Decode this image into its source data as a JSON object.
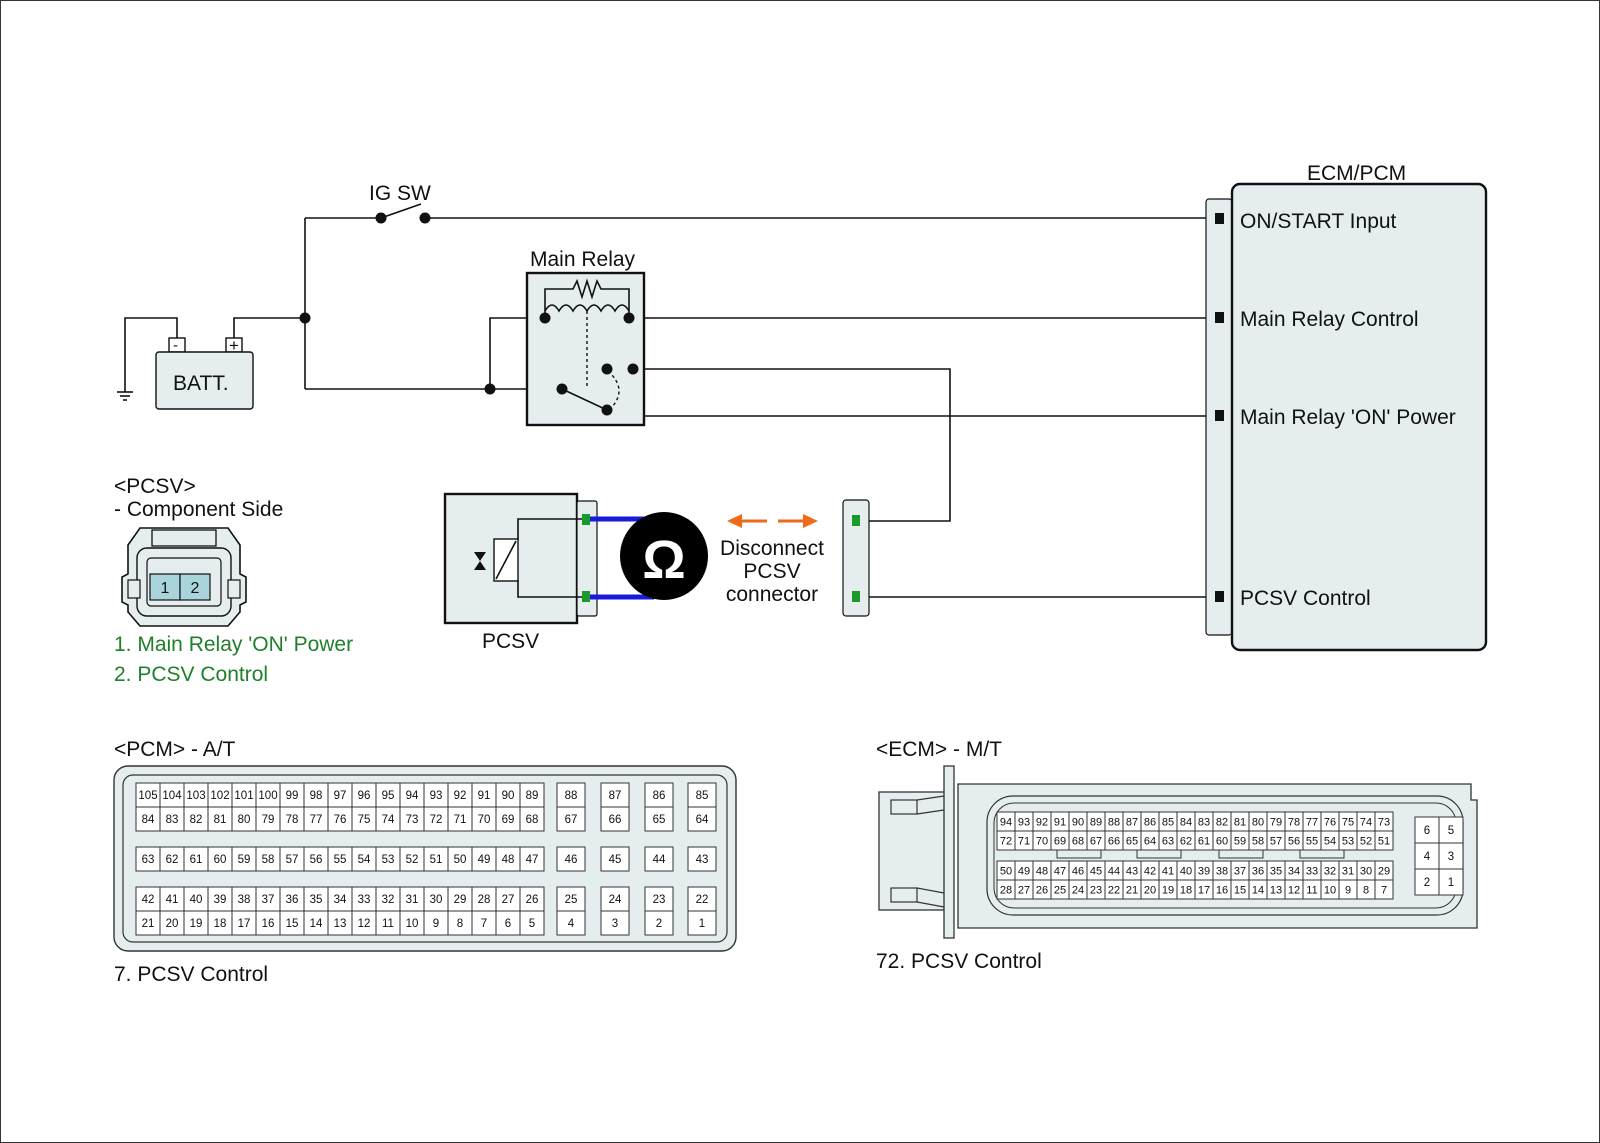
{
  "ig_switch_label": "IG SW",
  "battery": {
    "label": "BATT.",
    "minus": "-",
    "plus": "+"
  },
  "main_relay_label": "Main Relay",
  "ecm": {
    "title": "ECM/PCM",
    "pins": [
      "ON/START Input",
      "Main Relay Control",
      "Main Relay 'ON' Power",
      "PCSV Control"
    ]
  },
  "pcsv": {
    "header_line1": "<PCSV>",
    "header_line2": "- Component Side",
    "connector_pins": [
      "1",
      "2"
    ],
    "pin_notes": [
      "1. Main Relay 'ON' Power",
      "2. PCSV Control"
    ],
    "component_label": "PCSV",
    "ohm_symbol": "Ω",
    "disconnect_text": [
      "Disconnect",
      "PCSV",
      "connector"
    ]
  },
  "pcm_connector": {
    "title": "<PCM> - A/T",
    "note": "7. PCSV Control",
    "highlight": "7",
    "rows_left": [
      [
        "105",
        "104",
        "103",
        "102",
        "101",
        "100",
        "99",
        "98",
        "97",
        "96",
        "95",
        "94",
        "93",
        "92",
        "91",
        "90",
        "89"
      ],
      [
        "84",
        "83",
        "82",
        "81",
        "80",
        "79",
        "78",
        "77",
        "76",
        "75",
        "74",
        "73",
        "72",
        "71",
        "70",
        "69",
        "68"
      ],
      [
        "63",
        "62",
        "61",
        "60",
        "59",
        "58",
        "57",
        "56",
        "55",
        "54",
        "53",
        "52",
        "51",
        "50",
        "49",
        "48",
        "47"
      ],
      [
        "42",
        "41",
        "40",
        "39",
        "38",
        "37",
        "36",
        "35",
        "34",
        "33",
        "32",
        "31",
        "30",
        "29",
        "28",
        "27",
        "26"
      ],
      [
        "21",
        "20",
        "19",
        "18",
        "17",
        "16",
        "15",
        "14",
        "13",
        "12",
        "11",
        "10",
        "9",
        "8",
        "7",
        "6",
        "5"
      ]
    ],
    "rows_right": [
      [
        "88",
        "87",
        "86",
        "85"
      ],
      [
        "67",
        "66",
        "65",
        "64"
      ],
      [
        "46",
        "45",
        "44",
        "43"
      ],
      [
        "25",
        "24",
        "23",
        "22"
      ],
      [
        "4",
        "3",
        "2",
        "1"
      ]
    ]
  },
  "ecm_connector": {
    "title": "<ECM> - M/T",
    "note": "72. PCSV Control",
    "highlight": "72",
    "rows": [
      [
        "94",
        "93",
        "92",
        "91",
        "90",
        "89",
        "88",
        "87",
        "86",
        "85",
        "84",
        "83",
        "82",
        "81",
        "80",
        "79",
        "78",
        "77",
        "76",
        "75",
        "74",
        "73"
      ],
      [
        "72",
        "71",
        "70",
        "69",
        "68",
        "67",
        "66",
        "65",
        "64",
        "63",
        "62",
        "61",
        "60",
        "59",
        "58",
        "57",
        "56",
        "55",
        "54",
        "53",
        "52",
        "51"
      ],
      [
        "50",
        "49",
        "48",
        "47",
        "46",
        "45",
        "44",
        "43",
        "42",
        "41",
        "40",
        "39",
        "38",
        "37",
        "36",
        "35",
        "34",
        "33",
        "32",
        "31",
        "30",
        "29"
      ],
      [
        "28",
        "27",
        "26",
        "25",
        "24",
        "23",
        "22",
        "21",
        "20",
        "19",
        "18",
        "17",
        "16",
        "15",
        "14",
        "13",
        "12",
        "11",
        "10",
        "9",
        "8",
        "7"
      ]
    ],
    "side_rows": [
      [
        "6",
        "5"
      ],
      [
        "4",
        "3"
      ],
      [
        "2",
        "1"
      ]
    ]
  }
}
